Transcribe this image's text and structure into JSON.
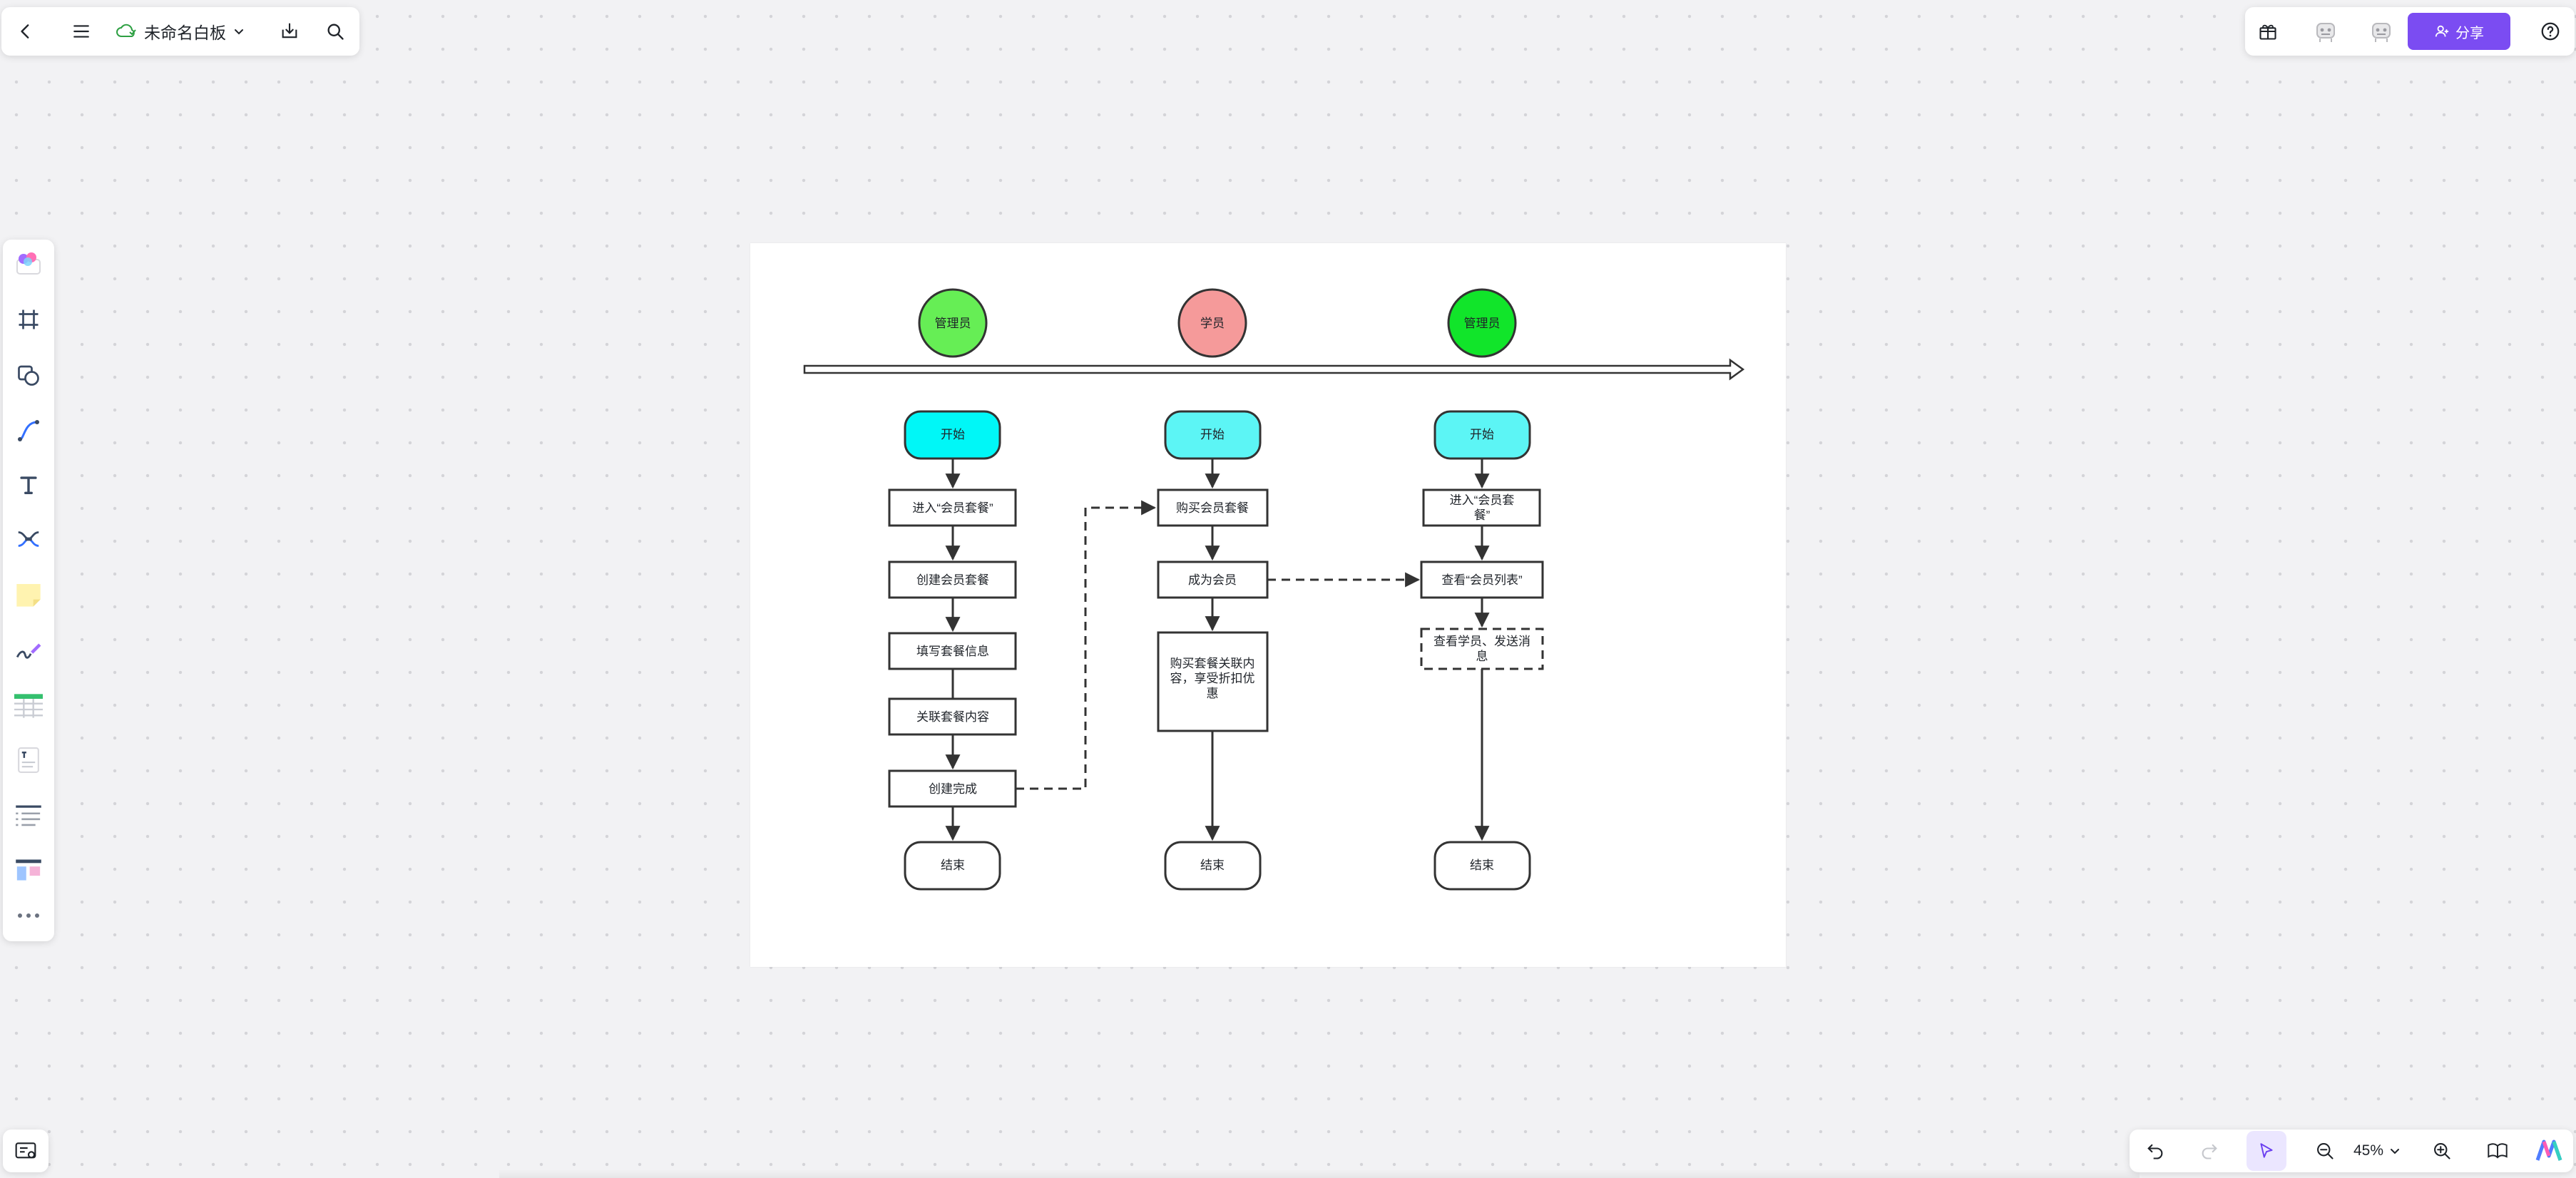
{
  "app": {
    "board_name": "未命名白板",
    "share_label": "分享",
    "zoom": "45%"
  },
  "toolbar_left": {
    "tools": [
      {
        "name": "templates-icon"
      },
      {
        "name": "frame-icon"
      },
      {
        "name": "shape-icon"
      },
      {
        "name": "connector-icon"
      },
      {
        "name": "text-icon"
      },
      {
        "name": "mindmap-icon"
      },
      {
        "name": "sticky-note-icon"
      },
      {
        "name": "pen-icon"
      },
      {
        "name": "table-icon"
      },
      {
        "name": "text-card-icon"
      },
      {
        "name": "list-icon"
      },
      {
        "name": "kanban-icon"
      },
      {
        "name": "more-icon"
      }
    ]
  },
  "flowchart": {
    "roles": [
      {
        "label": "管理员",
        "color": "#66ee55"
      },
      {
        "label": "学员",
        "color": "#f59a9a"
      },
      {
        "label": "管理员",
        "color": "#11e52a"
      }
    ],
    "col1": {
      "start": "开始",
      "steps": [
        "进入“会员套餐”",
        "创建会员套餐",
        "填写套餐信息",
        "关联套餐内容",
        "创建完成"
      ],
      "end": "结束"
    },
    "col2": {
      "start": "开始",
      "steps": [
        "购买会员套餐",
        "成为会员"
      ],
      "big_step": [
        "购买套餐关联内",
        "容，享受折扣优",
        "惠"
      ],
      "end": "结束"
    },
    "col3": {
      "start": "开始",
      "step1": [
        "进入“会员套",
        "餐”"
      ],
      "step2": "查看“会员列表”",
      "step3": [
        "查看学员、发送消",
        "息"
      ],
      "end": "结束"
    },
    "colors": {
      "start_fill": "#00f7f7",
      "start_fill_light": "#5cf5f5",
      "stroke": "#333333"
    }
  }
}
